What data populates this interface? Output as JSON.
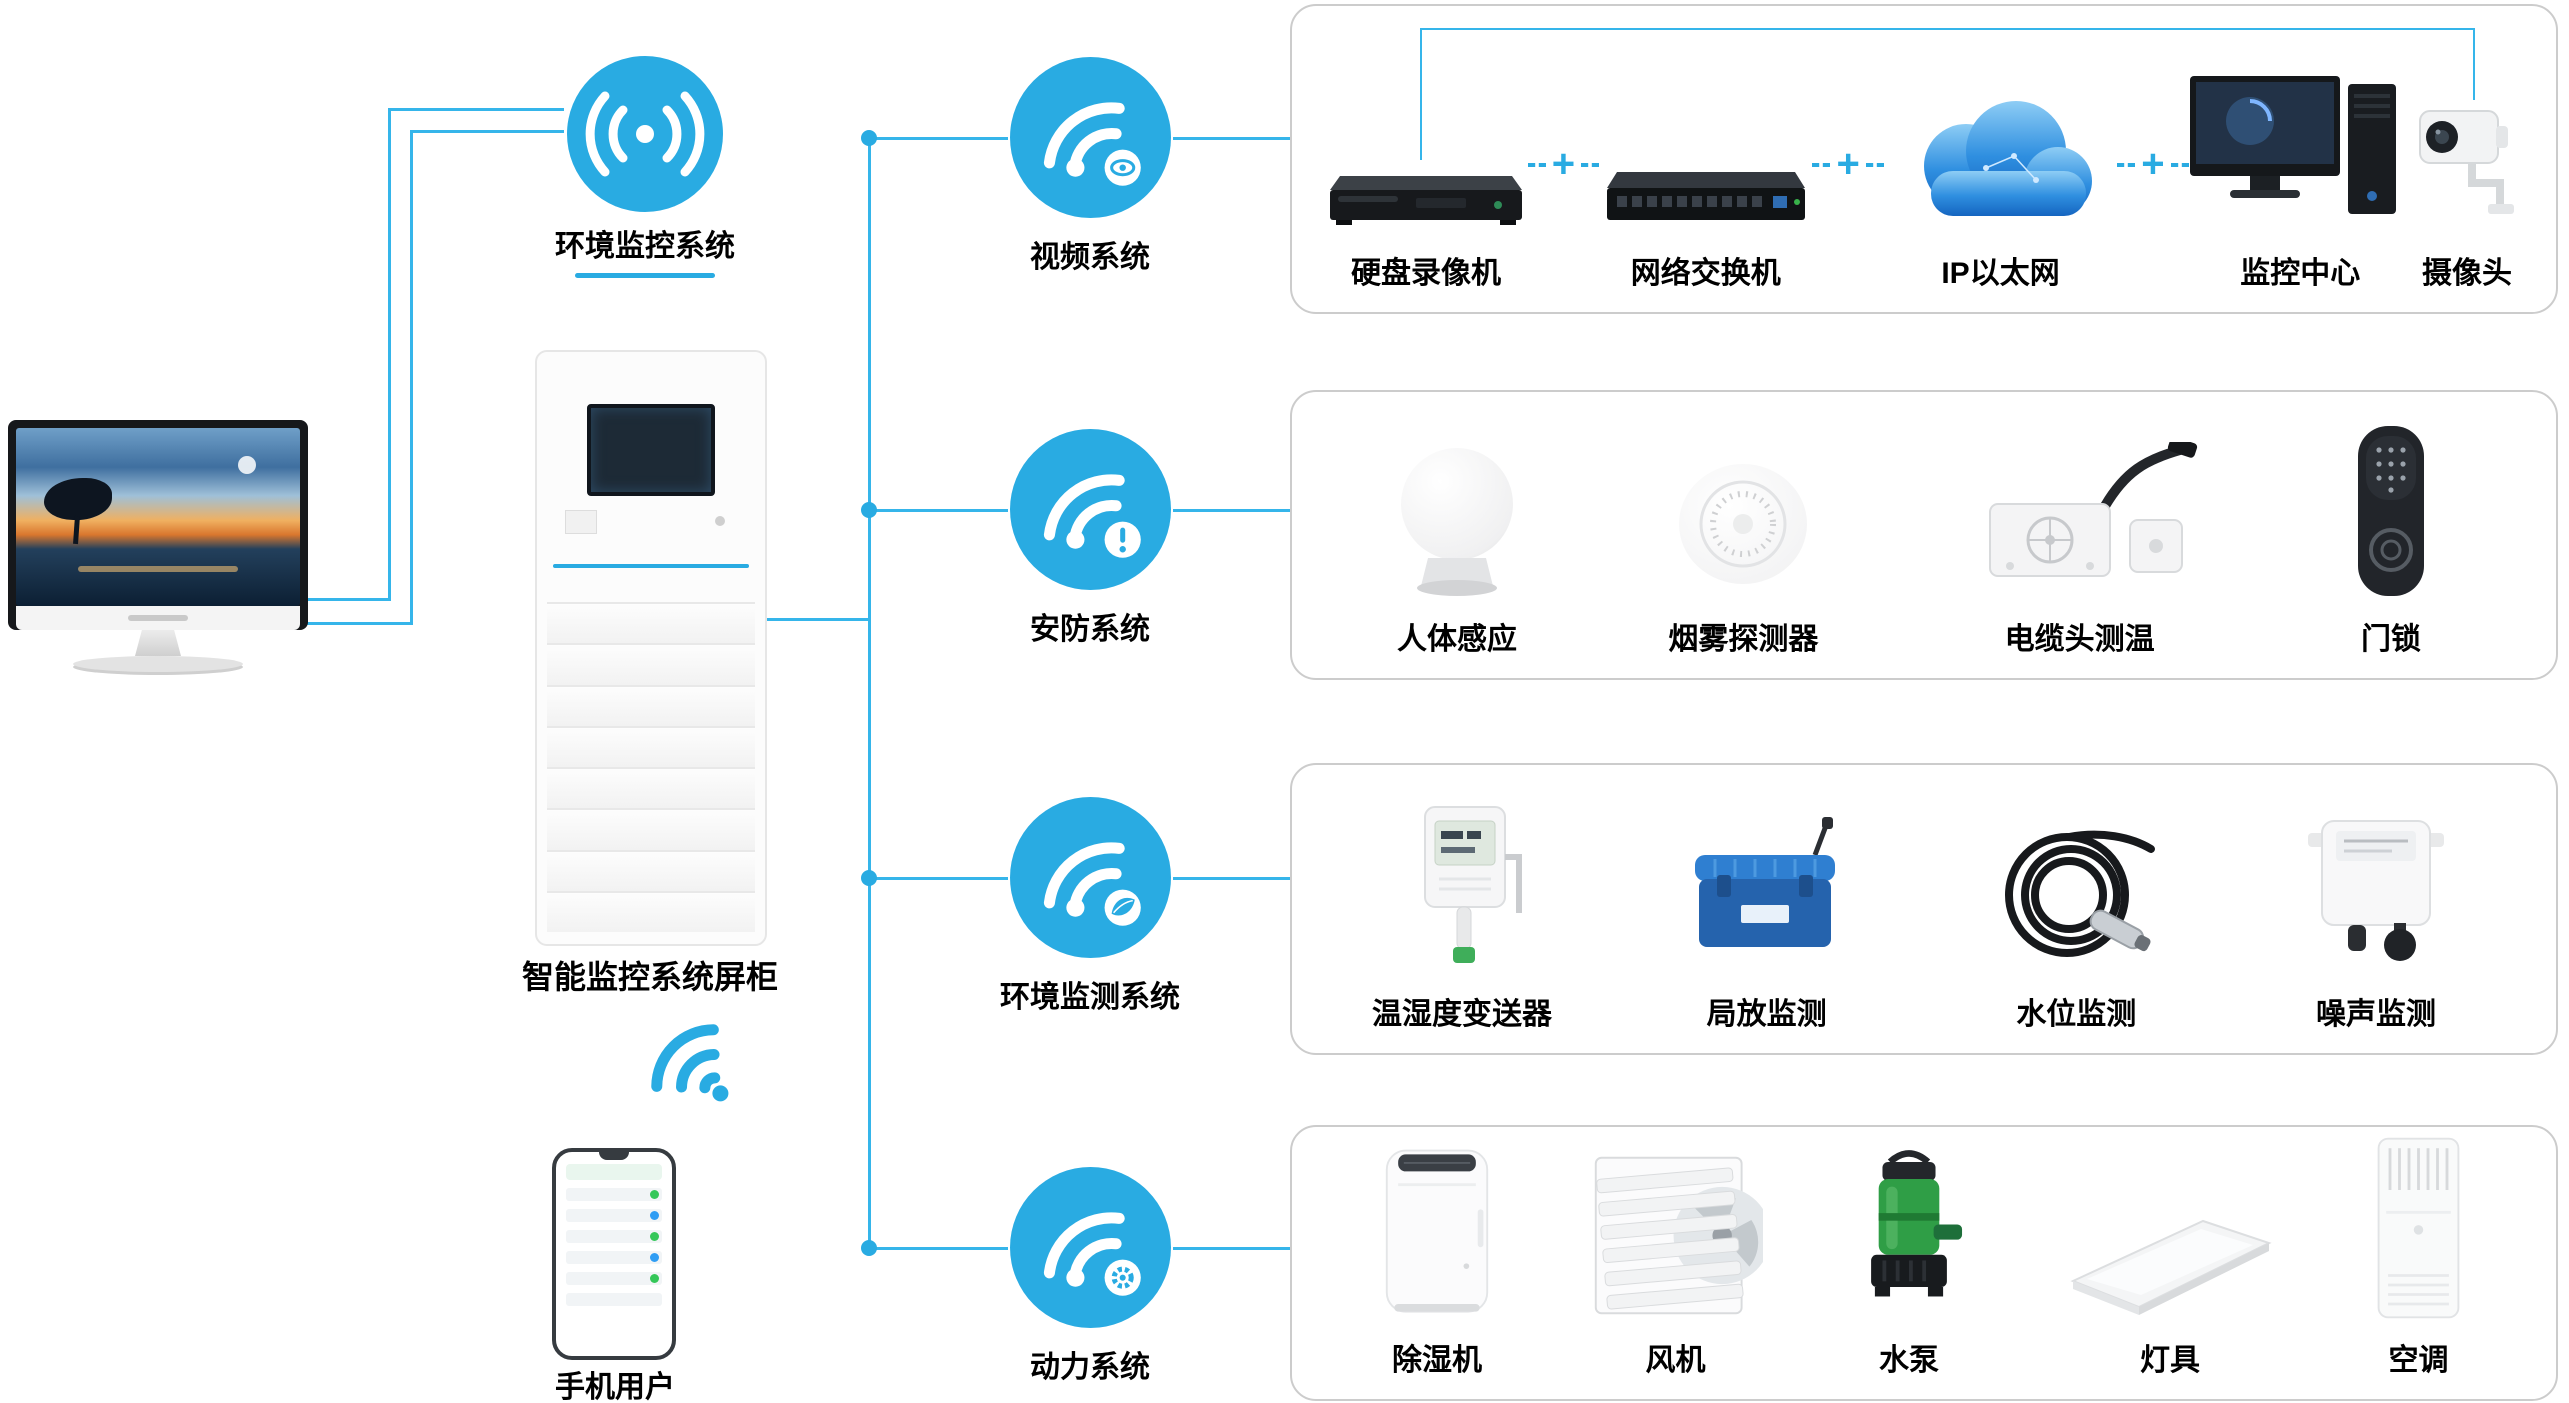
{
  "colors": {
    "accent": "#29abe2",
    "line": "#35b5ea",
    "panel_border": "#cccccc",
    "cloud_blue": "#2f8fe0"
  },
  "left": {
    "env_icon_label": "环境监控系统",
    "cabinet_label": "智能监控系统屏柜",
    "phone_label": "手机用户"
  },
  "connector_plus": "+",
  "branches": [
    {
      "label": "视频系统",
      "icon": "wifi-eye-icon"
    },
    {
      "label": "安防系统",
      "icon": "wifi-alert-icon"
    },
    {
      "label": "环境监测系统",
      "icon": "wifi-leaf-icon"
    },
    {
      "label": "动力系统",
      "icon": "wifi-gear-icon"
    }
  ],
  "panels": [
    {
      "name": "video-system",
      "items": [
        {
          "label": "硬盘录像机"
        },
        {
          "label": "网络交换机"
        },
        {
          "label": "IP以太网"
        },
        {
          "label": "监控中心"
        },
        {
          "label": "摄像头"
        }
      ]
    },
    {
      "name": "security-system",
      "items": [
        {
          "label": "人体感应"
        },
        {
          "label": "烟雾探测器"
        },
        {
          "label": "电缆头测温"
        },
        {
          "label": "门锁"
        }
      ]
    },
    {
      "name": "environment-monitoring-system",
      "items": [
        {
          "label": "温湿度变送器"
        },
        {
          "label": "局放监测"
        },
        {
          "label": "水位监测"
        },
        {
          "label": "噪声监测"
        }
      ]
    },
    {
      "name": "power-system",
      "items": [
        {
          "label": "除湿机"
        },
        {
          "label": "风机"
        },
        {
          "label": "水泵"
        },
        {
          "label": "灯具"
        },
        {
          "label": "空调"
        }
      ]
    }
  ]
}
